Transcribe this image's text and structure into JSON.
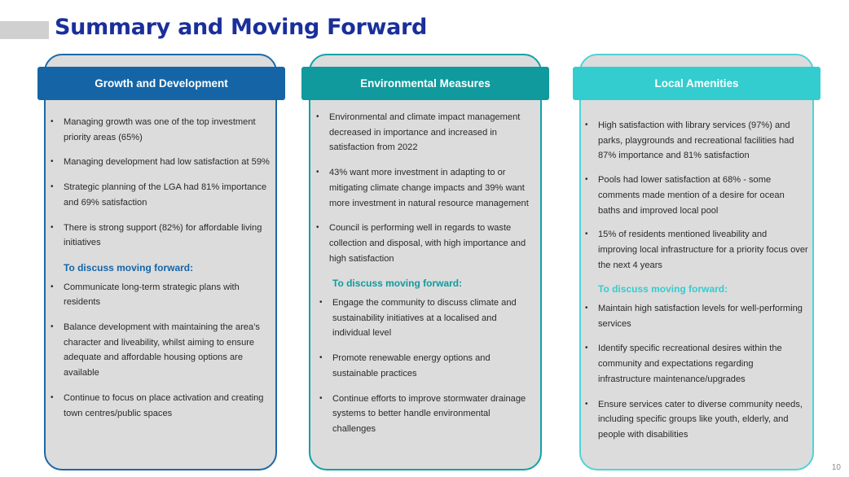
{
  "slide": {
    "title": "Summary and Moving Forward",
    "page_number": "10"
  },
  "columns": [
    {
      "heading": "Growth and Development",
      "points": [
        "Managing growth was one of the top investment priority areas (65%)",
        "Managing development had low satisfaction at 59%",
        "Strategic planning of the LGA had 81% importance and 69% satisfaction",
        "There is strong support (82%) for affordable living initiatives"
      ],
      "discuss_label": "To discuss moving forward:",
      "actions": [
        "Communicate long-term strategic plans with residents",
        "Balance development with maintaining the area’s character and liveability, whilst aiming to ensure adequate and affordable housing options are available",
        "Continue to focus on place activation and creating town centres/public spaces"
      ]
    },
    {
      "heading": "Environmental Measures",
      "points": [
        "Environmental and climate impact management decreased in importance and increased in satisfaction from 2022",
        "43% want more investment in adapting to or mitigating climate change impacts and 39% want more investment in natural resource management",
        "Council is performing well in regards to waste collection and disposal, with high importance and high satisfaction"
      ],
      "discuss_label": "To discuss moving forward:",
      "actions": [
        "Engage the community to discuss climate and sustainability initiatives at a localised and individual level",
        "Promote renewable energy options and sustainable practices",
        "Continue efforts to improve stormwater drainage systems to better handle environmental challenges"
      ]
    },
    {
      "heading": "Local Amenities",
      "points": [
        "High satisfaction with library services (97%) and parks, playgrounds and recreational facilities had 87% importance and 81% satisfaction",
        "Pools had lower satisfaction at 68% - some comments made mention of a desire for ocean baths and improved local pool",
        "15% of residents mentioned liveability and improving local infrastructure for a priority focus over the next 4 years"
      ],
      "discuss_label": "To discuss moving forward:",
      "actions": [
        "Maintain high satisfaction levels for well-performing services",
        "Identify specific recreational desires within the community and expectations regarding infrastructure maintenance/upgrades",
        "Ensure services cater to diverse community needs, including specific groups like youth, elderly, and people with disabilities"
      ]
    }
  ],
  "colors": {
    "title": "#1a2f9a",
    "growth": "#1565a6",
    "environment": "#109a9d",
    "amenities": "#33cccf",
    "card_bg": "#dcdcdc"
  }
}
